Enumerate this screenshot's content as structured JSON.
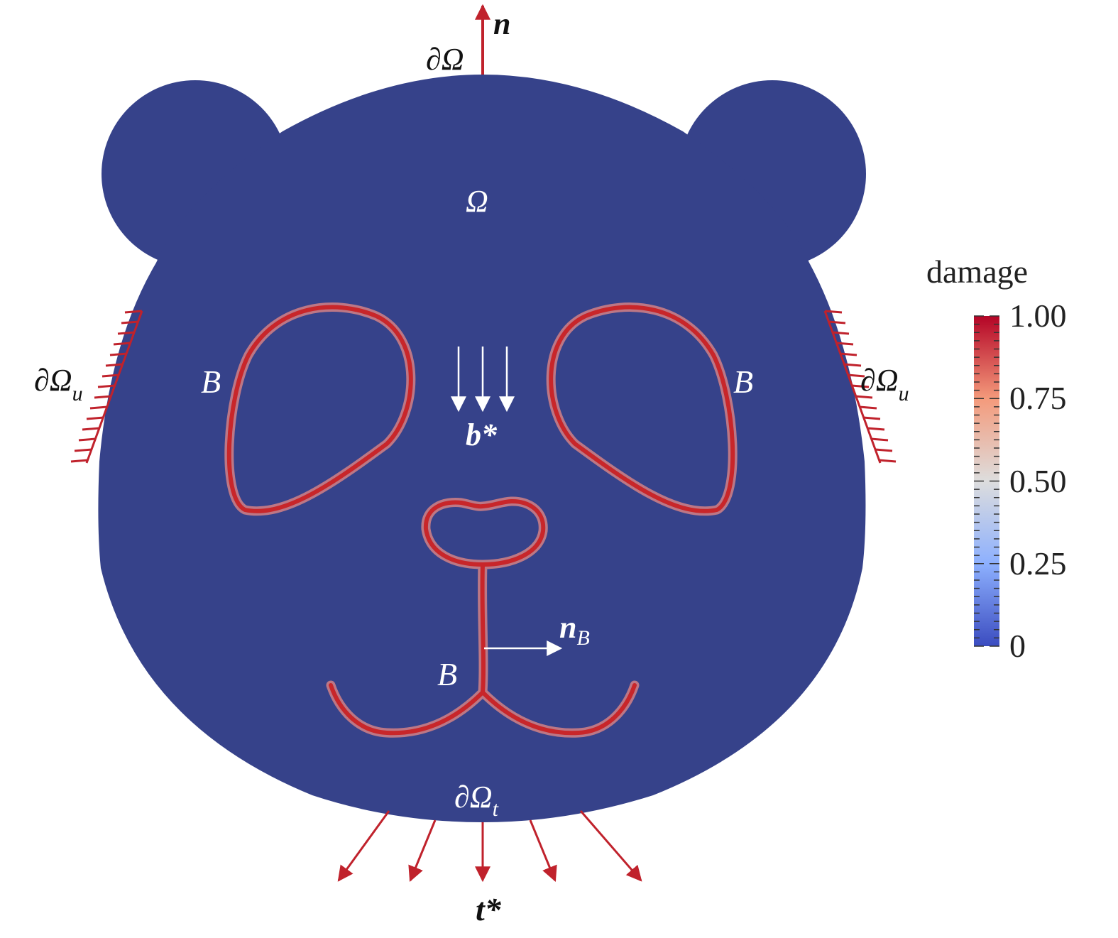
{
  "labels": {
    "boundary_top": "∂Ω",
    "normal_top": "n",
    "domain": "Ω",
    "displacement_boundary_left": "∂Ω",
    "displacement_boundary_left_sub": "u",
    "displacement_boundary_right": "∂Ω",
    "displacement_boundary_right_sub": "u",
    "crack_left_eye": "B",
    "crack_right_eye": "B",
    "crack_mouth": "B",
    "body_force": "b*",
    "crack_normal": "n",
    "crack_normal_sub": "B",
    "traction_boundary": "∂Ω",
    "traction_boundary_sub": "t",
    "traction": "t*"
  },
  "colorbar": {
    "title": "damage",
    "tick_labels": [
      "1.00",
      "0.75",
      "0.50",
      "0.25",
      "0"
    ],
    "min": 0,
    "max": 1
  },
  "colors": {
    "domain_fill": "#36428a",
    "crack": "#c8262a",
    "crack_halo": "#e98a84",
    "arrow_red": "#c0222c",
    "arrow_white": "#ffffff",
    "colormap": [
      "#3b4cc0",
      "#8db0fe",
      "#dddddd",
      "#f49a7b",
      "#b40426"
    ]
  }
}
